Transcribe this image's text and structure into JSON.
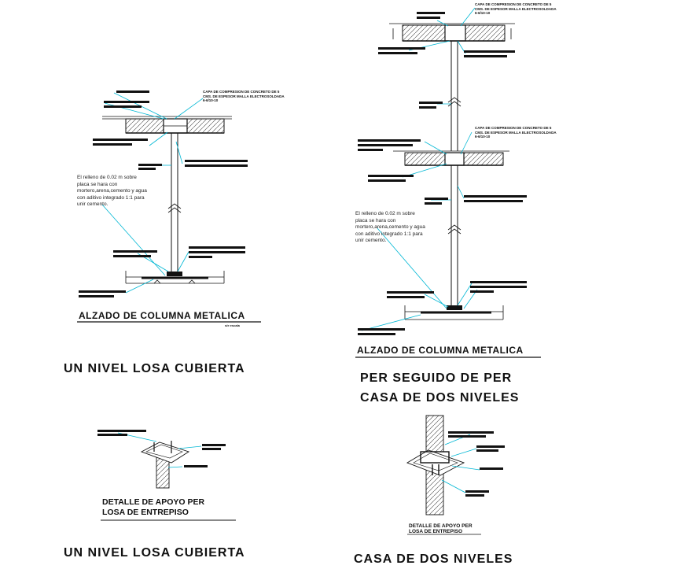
{
  "left_elevation": {
    "slab_note": "CAPA DE COMPRESION DE CONCRETO DE 5 CMS. DE ESPESOR MALLA ELECTROSOLDADA 6-6/10-10",
    "fill_note": "El relleno de 0.02 m sobre placa se hara con mortero,arena,cemento y agua con aditivo integrado 1:1 para unir cemento.",
    "title": "ALZADO DE COLUMNA METALICA",
    "scale": "s/e escala"
  },
  "right_elevation": {
    "top_slab_note": "CAPA DE COMPRESION DE CONCRETO DE 5 CMS. DE ESPESOR MALLA ELECTROSOLDADA 6-6/10-10",
    "mid_slab_note": "CAPA DE COMPRESION DE CONCRETO DE 5 CMS. DE ESPESOR MALLA ELECTROSOLDADA 6-6/10-10",
    "fill_note": "El relleno de 0.02 m sobre placa se hara con mortero,arena,cemento y agua con aditivo integrado 1:1 para unir cemento.",
    "title": "ALZADO DE COLUMNA METALICA"
  },
  "captions": {
    "left_top": "UN NIVEL LOSA CUBIERTA",
    "right_top_line1": "PER SEGUIDO DE PER",
    "right_top_line2": "CASA DE DOS NIVELES",
    "left_bottom": "UN NIVEL LOSA CUBIERTA",
    "right_bottom": "CASA DE DOS NIVELES"
  },
  "left_detail": {
    "title_line1": "DETALLE DE APOYO PER",
    "title_line2": "LOSA DE ENTREPISO"
  },
  "right_detail": {
    "title_line1": "DETALLE DE APOYO PER",
    "title_line2": "LOSA DE ENTREPISO"
  },
  "colors": {
    "leader": "#00b7d4",
    "line": "#111111",
    "label_block": "#111111"
  }
}
